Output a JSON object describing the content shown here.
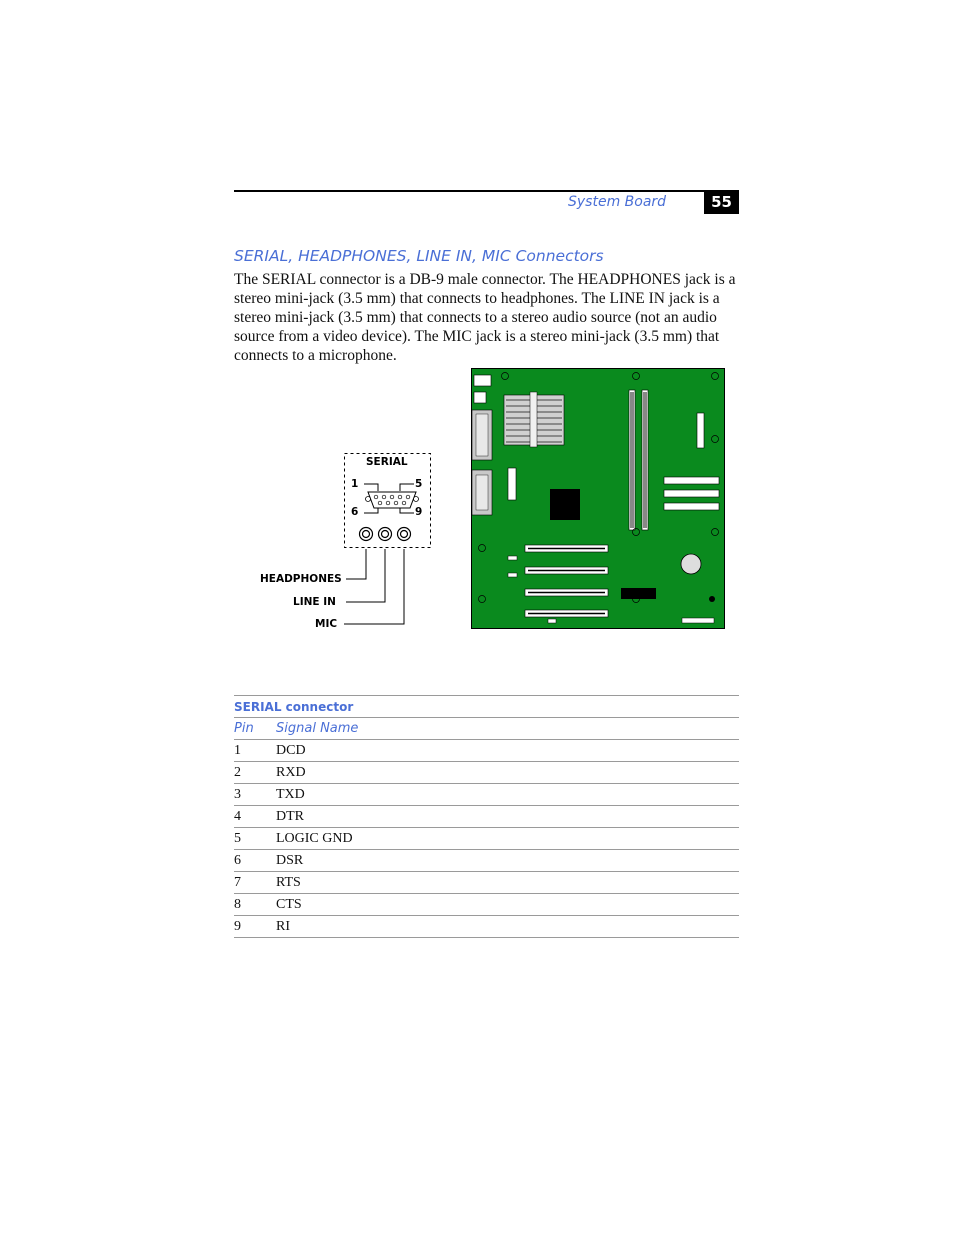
{
  "header": {
    "section_name": "System Board",
    "page_number": "55"
  },
  "heading": "SERIAL, HEADPHONES, LINE IN, MIC Connectors",
  "body_text": "The SERIAL connector is a DB-9 male connector. The HEADPHONES jack is a stereo mini-jack (3.5 mm) that connects to headphones. The LINE IN jack is a stereo mini-jack (3.5 mm) that connects to a stereo audio source (not an audio source from a video device). The MIC jack is a stereo mini-jack (3.5 mm) that connects to a microphone.",
  "figure": {
    "serial_label": "SERIAL",
    "pin_1": "1",
    "pin_5": "5",
    "pin_6": "6",
    "pin_9": "9",
    "headphones_label": "HEADPHONES",
    "line_in_label": "LINE IN",
    "mic_label": "MIC",
    "board_color": "#0a8a1e"
  },
  "table": {
    "title": "SERIAL connector",
    "columns": [
      "Pin",
      "Signal Name"
    ],
    "rows": [
      [
        "1",
        "DCD"
      ],
      [
        "2",
        "RXD"
      ],
      [
        "3",
        "TXD"
      ],
      [
        "4",
        "DTR"
      ],
      [
        "5",
        "LOGIC GND"
      ],
      [
        "6",
        "DSR"
      ],
      [
        "7",
        "RTS"
      ],
      [
        "8",
        "CTS"
      ],
      [
        "9",
        "RI"
      ]
    ]
  }
}
